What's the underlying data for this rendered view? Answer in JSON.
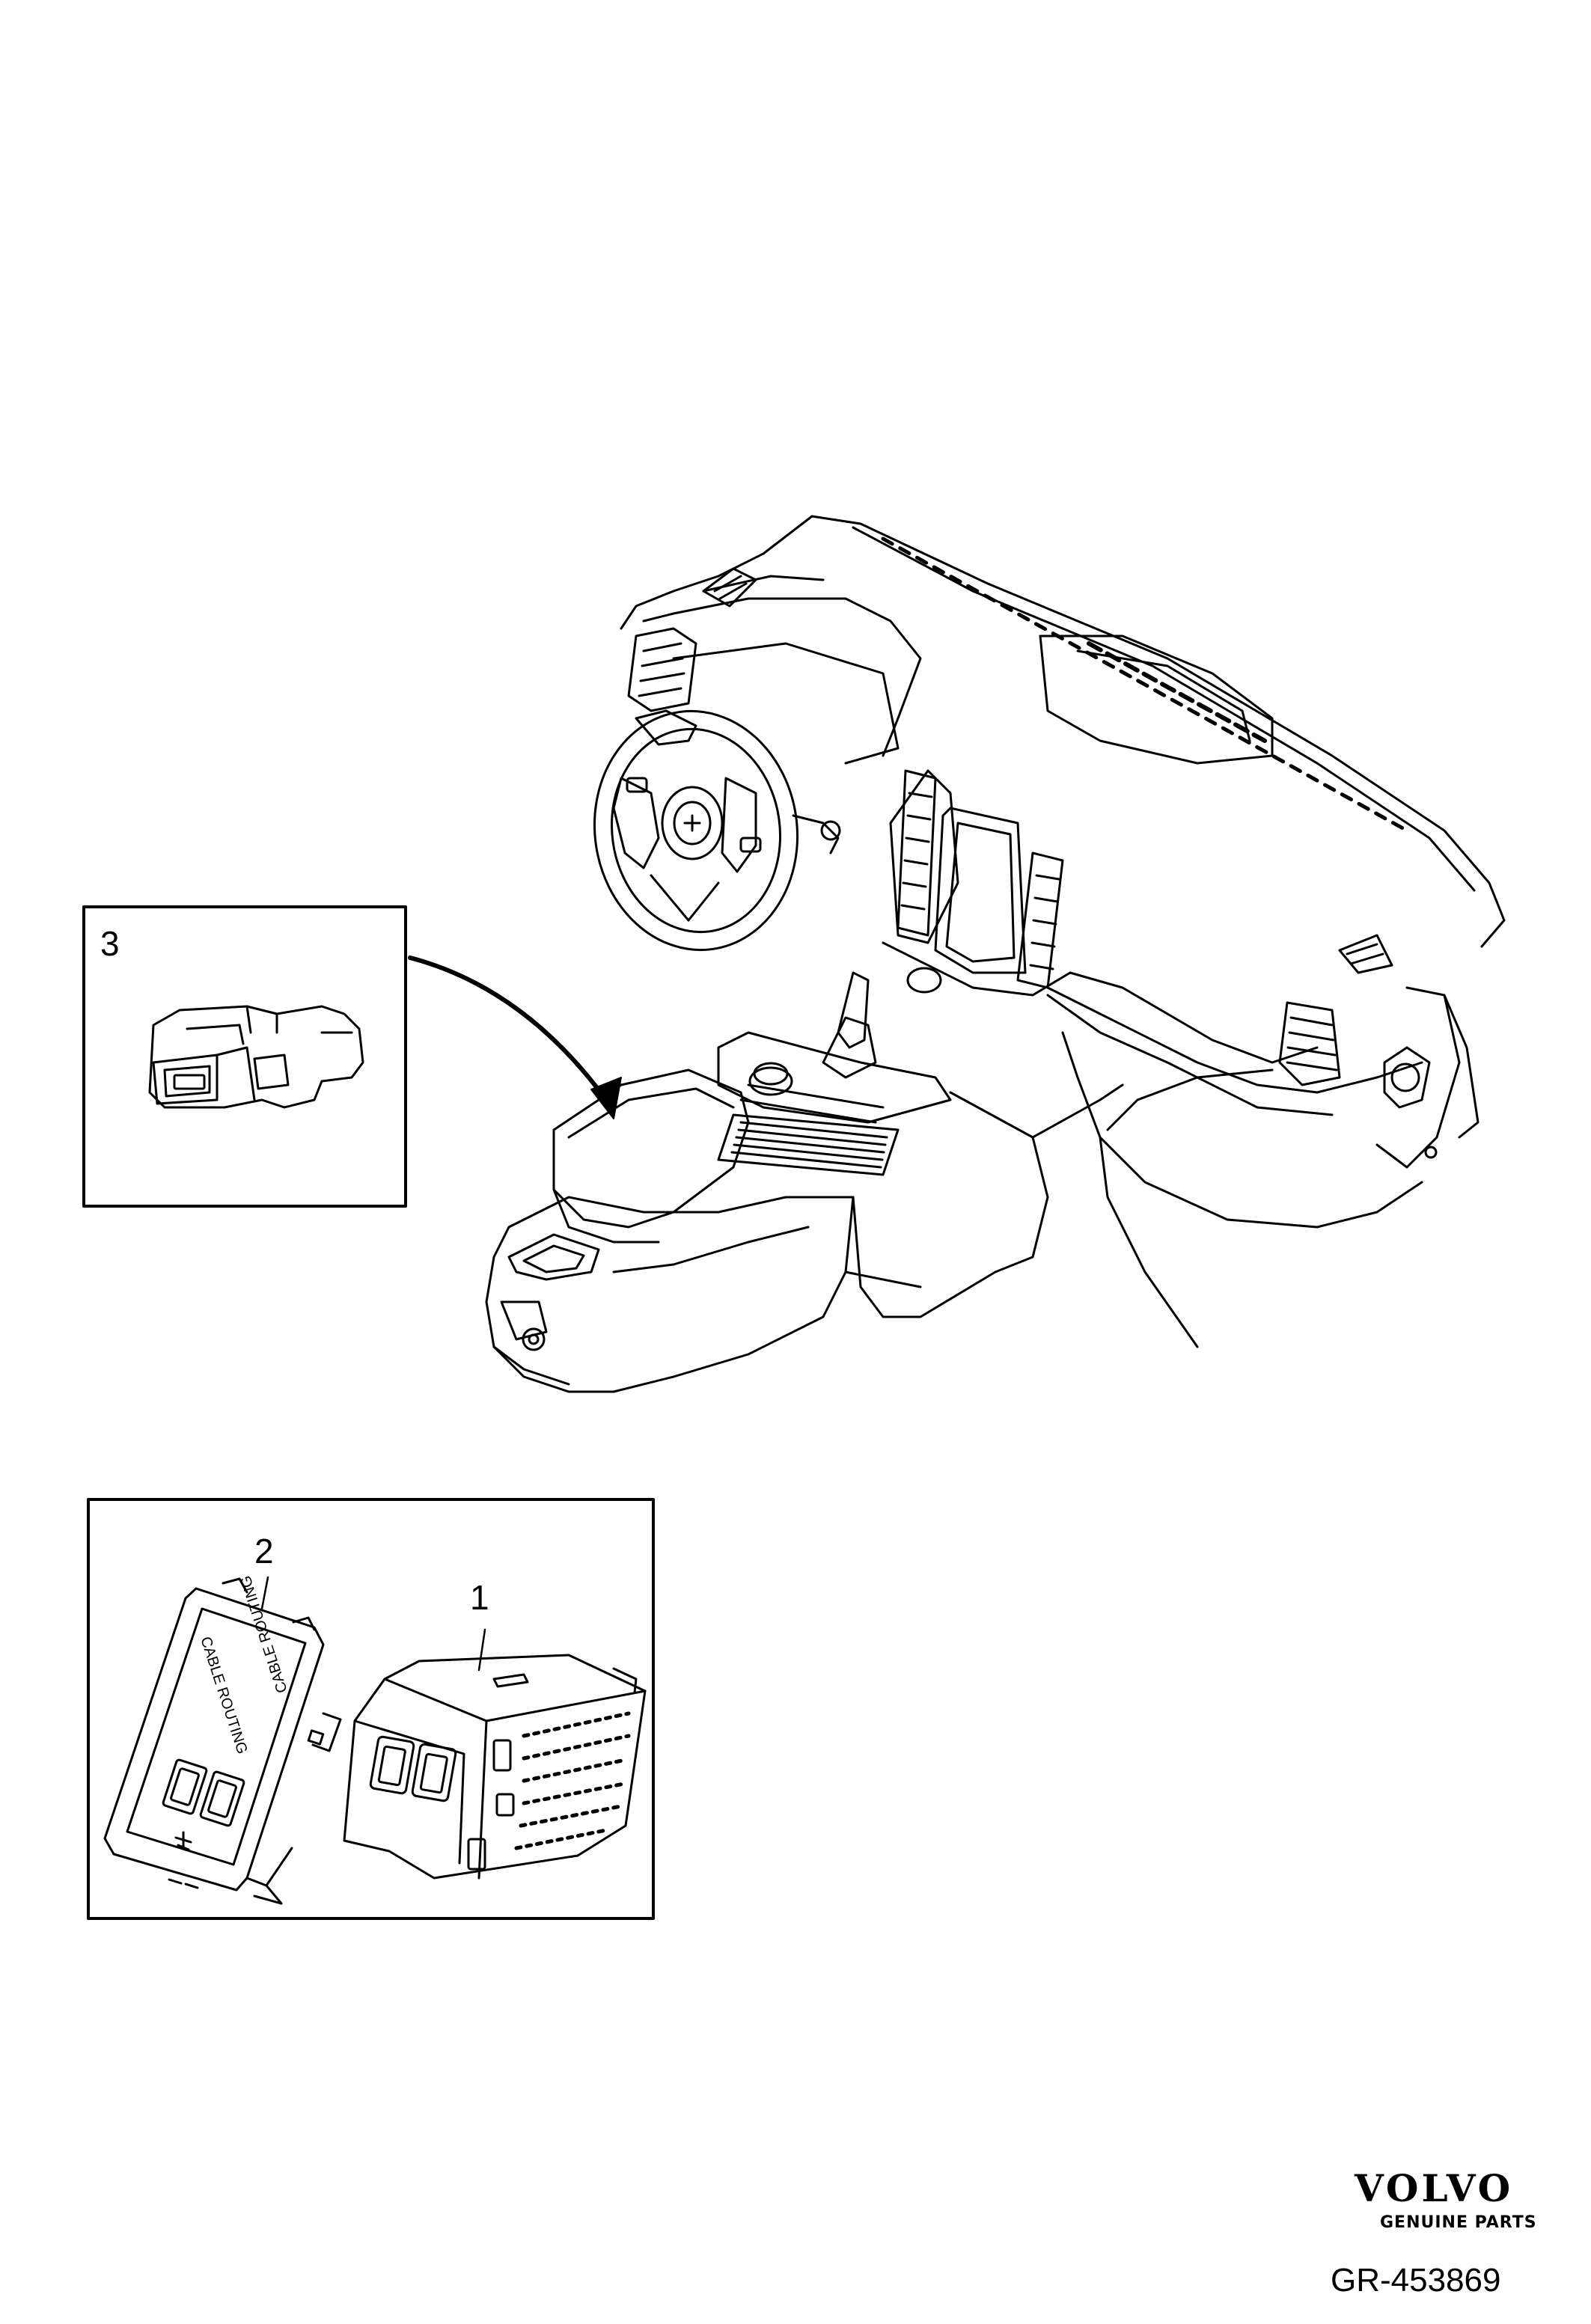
{
  "callouts": {
    "item1": "1",
    "item2": "2",
    "item3": "3"
  },
  "cover_text": {
    "routing_left": "CABLE ROUTING",
    "routing_right": "CABLE ROUTING"
  },
  "brand": {
    "logo": "VOLVO",
    "tagline": "GENUINE PARTS"
  },
  "reference": "GR-453869",
  "colors": {
    "line": "#000000",
    "background": "#ffffff"
  }
}
